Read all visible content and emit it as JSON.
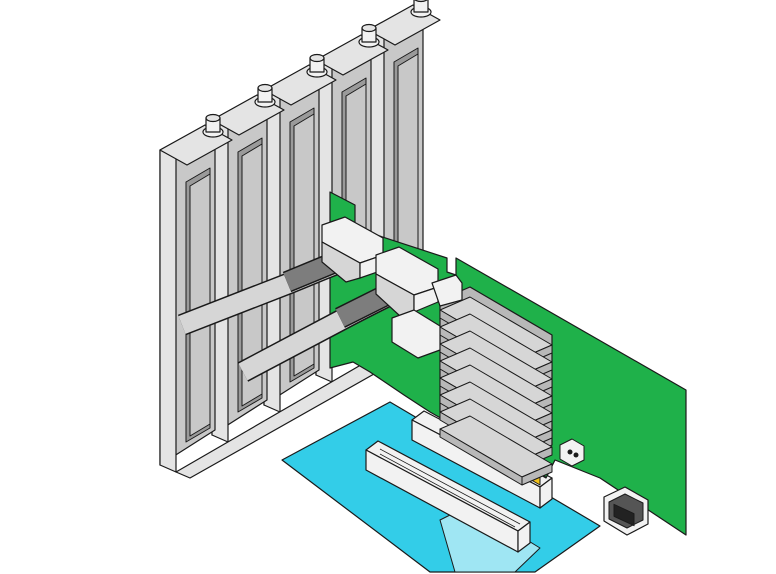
{
  "diagram": {
    "subject": "pcie-card-installation-with-mini-sas-cables",
    "palette": {
      "background": "#ffffff",
      "outline": "#1a1a1a",
      "bracket_face": "#c8c8c8",
      "bracket_light": "#e4e4e4",
      "bracket_dark": "#9a9a9a",
      "pcb_green": "#1fb14a",
      "pcb_dark": "#128a38",
      "motherboard_cyan": "#33cde8",
      "motherboard_light": "#9fe6f3",
      "gold_contacts": "#f2c21a",
      "slot_white": "#f2f2f2",
      "cable_gray": "#7d7d7d",
      "cable_light": "#d6d6d6",
      "heatsink": "#b8b8b8"
    },
    "components": {
      "bracket_count": 5,
      "cable_count": 2,
      "pcie_slot_count": 2,
      "heatsink_fin_count": 8
    },
    "icons": [
      "thumbscrew-icon",
      "mini-sas-connector-icon",
      "rj45-port-icon"
    ]
  }
}
